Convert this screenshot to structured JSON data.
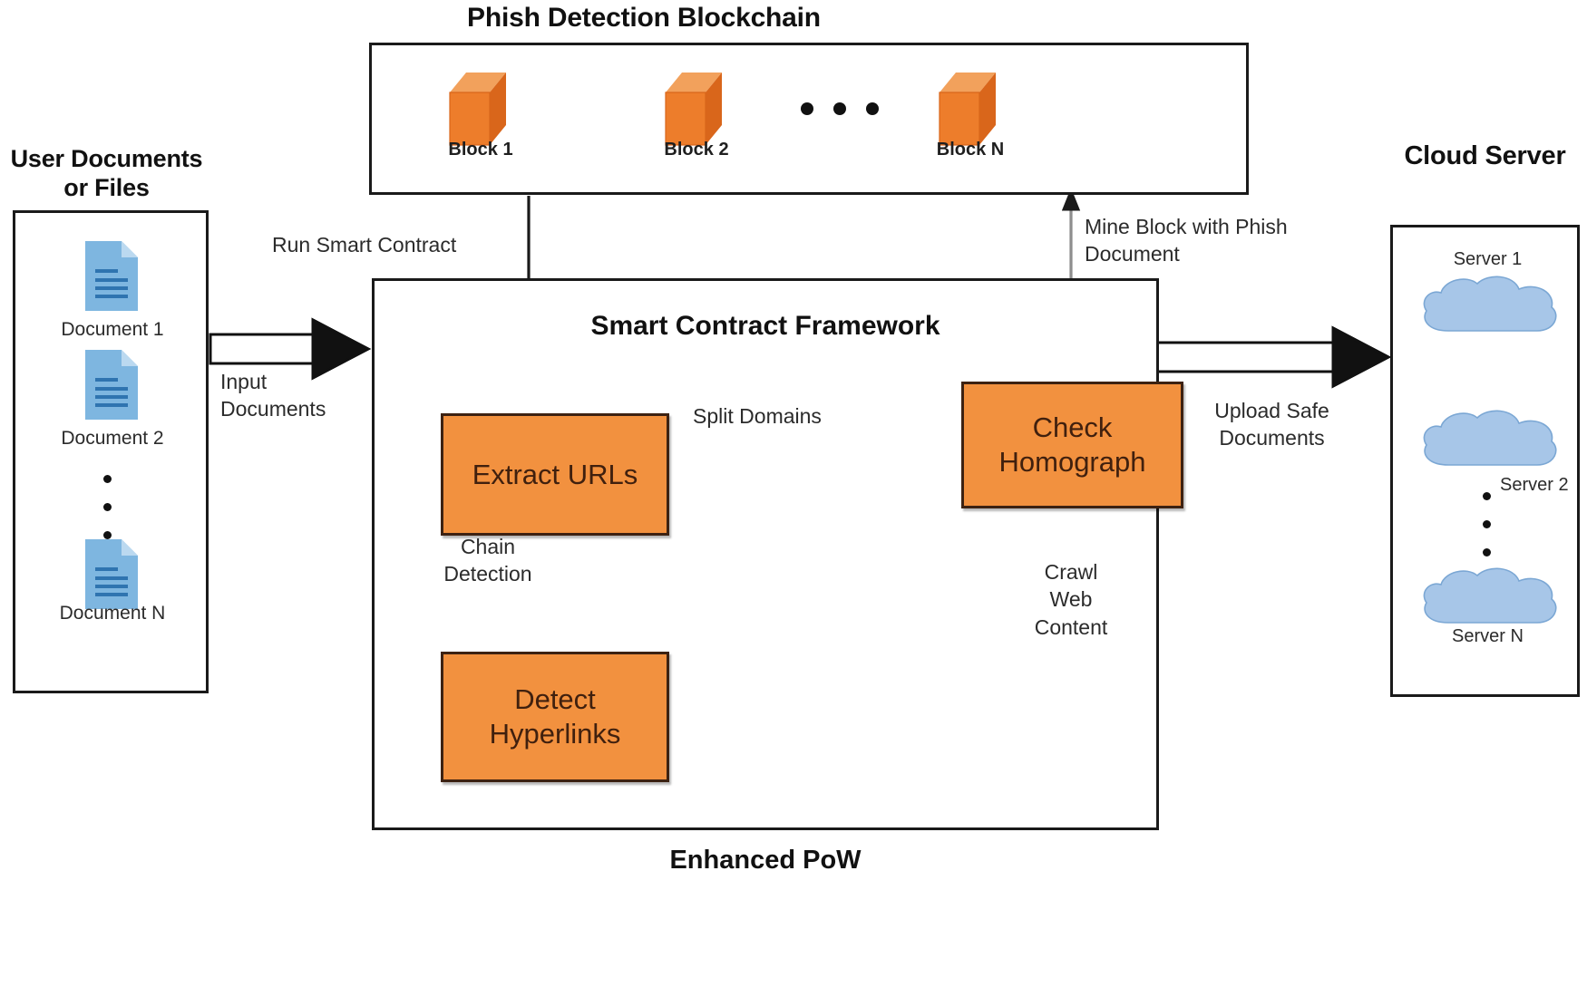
{
  "figure": {
    "bottom_caption": "Enhanced PoW"
  },
  "blockchain_panel": {
    "title": "Phish Detection Blockchain",
    "blocks": [
      {
        "label": "Block 1"
      },
      {
        "label": "Block 2"
      },
      {
        "label": "Block N"
      }
    ],
    "ellipsis": "..."
  },
  "documents_panel": {
    "title": "User Documents or\nFiles",
    "documents": [
      {
        "label": "Document 1"
      },
      {
        "label": "Document 2"
      },
      {
        "label": "Document N"
      }
    ],
    "ellipsis": "..."
  },
  "framework": {
    "title": "Smart Contract Framework",
    "boxes": [
      {
        "id": "extract-urls",
        "line1": "Extract URLs",
        "line2": ""
      },
      {
        "id": "check-homograph",
        "line1": "Check",
        "line2": "Homograph"
      },
      {
        "id": "detect-hyperlinks",
        "line1": "Detect",
        "line2": "Hyperlinks"
      }
    ]
  },
  "cloud_panel": {
    "title": "Cloud\nServer",
    "servers": [
      {
        "label": "Server 1"
      },
      {
        "label": "Server 2"
      },
      {
        "label": "Server N"
      }
    ],
    "ellipsis": "..."
  },
  "edges": {
    "input_documents": "Input\nDocuments",
    "run_smart_contract": "Run Smart Contract",
    "mine_block": "Mine Block with Phish\nDocument",
    "split_domains": "Split Domains",
    "chain_detection": "Chain\nDetection",
    "crawl_web_content": "Crawl\nWeb\nContent",
    "upload_safe_documents": "Upload Safe\nDocuments"
  },
  "colors": {
    "process_fill": "#F2913F",
    "process_border": "#3d2212",
    "block_fill": "#E8792B",
    "cloud_fill": "#A7C6E8",
    "doc_fill": "#7EB6E0",
    "outline": "#1a1a1a"
  }
}
